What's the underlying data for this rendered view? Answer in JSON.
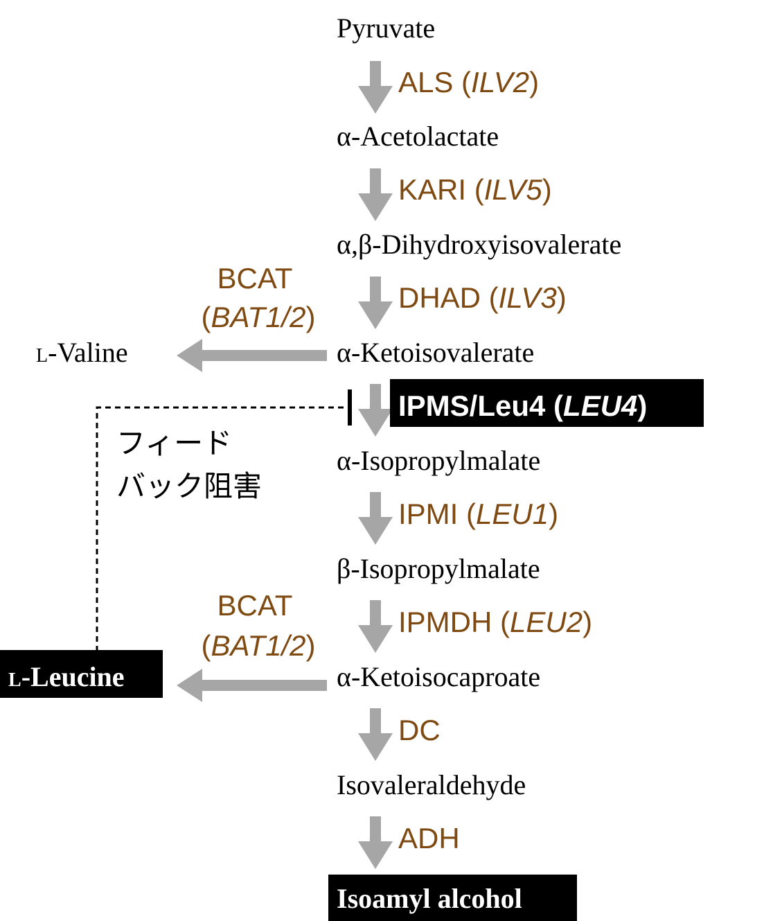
{
  "colors": {
    "arrow": "#a6a6a6",
    "enzyme_text": "#7f4a12",
    "highlight_bg": "#000000",
    "highlight_text": "#ffffff",
    "inhibition_line": "#000000"
  },
  "metabolites": {
    "pyruvate": "Pyruvate",
    "acetolactate": "α-Acetolactate",
    "dihydroxyisovalerate": "α,β-Dihydroxyisovalerate",
    "ketoisovalerate": "α-Ketoisovalerate",
    "isopropylmalate_a": "α-Isopropylmalate",
    "isopropylmalate_b": "β-Isopropylmalate",
    "ketoisocaproate": "α-Ketoisocaproate",
    "isovaleraldehyde": "Isovaleraldehyde",
    "isoamyl_alcohol": "Isoamyl alcohol",
    "valine_prefix": "L",
    "valine_name": "-Valine",
    "leucine_prefix": "L",
    "leucine_name": "-Leucine"
  },
  "enzymes": {
    "als": {
      "name": "ALS (",
      "gene": "ILV2",
      "close": ")"
    },
    "kari": {
      "name": "KARI (",
      "gene": "ILV5",
      "close": ")"
    },
    "dhad": {
      "name": "DHAD (",
      "gene": "ILV3",
      "close": ")"
    },
    "ipms": {
      "name": "IPMS/Leu4 (",
      "gene": "LEU4",
      "close": ")"
    },
    "ipmi": {
      "name": "IPMI (",
      "gene": "LEU1",
      "close": ")"
    },
    "ipmdh": {
      "name": "IPMDH (",
      "gene": "LEU2",
      "close": ")"
    },
    "dc": {
      "name": "DC"
    },
    "adh": {
      "name": "ADH"
    },
    "bcat_valine": {
      "name": "BCAT",
      "open": "(",
      "gene": "BAT1/2",
      "close": ")"
    },
    "bcat_leucine": {
      "name": "BCAT",
      "open": "(",
      "gene": "BAT1/2",
      "close": ")"
    }
  },
  "feedback": {
    "line1": "フィード",
    "line2": "バック阻害"
  }
}
